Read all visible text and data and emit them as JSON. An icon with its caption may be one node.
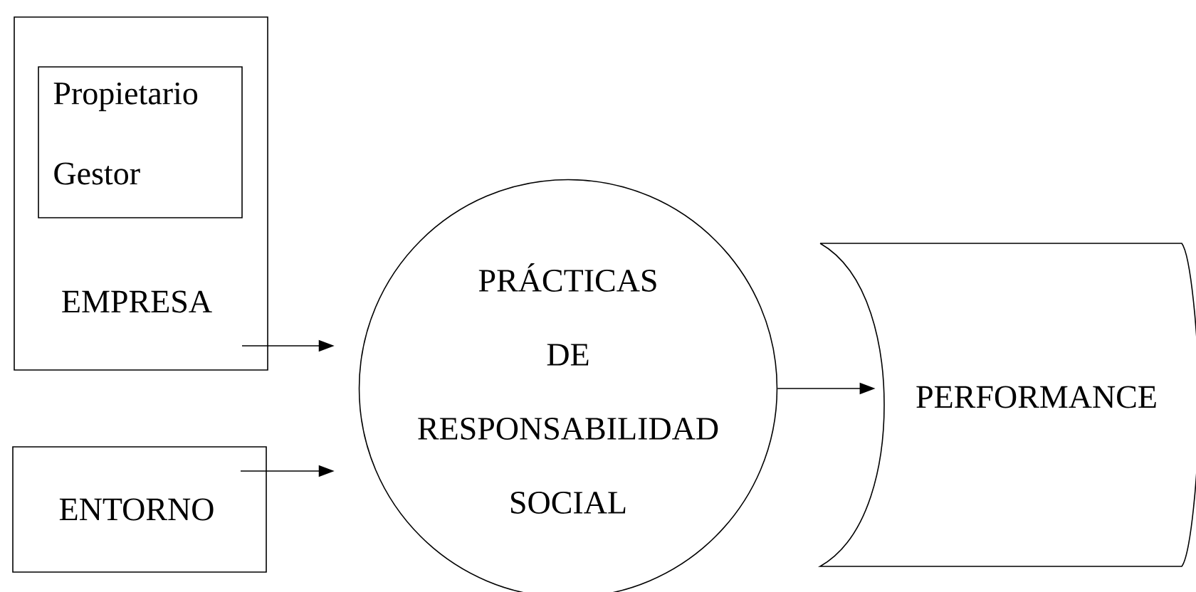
{
  "diagram": {
    "nodes": [
      {
        "text": [
          "EMPRESA"
        ]
      },
      {
        "text": [
          "Propietario",
          "Gestor"
        ],
        "in": 0
      },
      {
        "text": [
          "ENTORNO"
        ]
      },
      {
        "text": [
          "PRÁCTICAS DE RESPONSABILIDAD SOCIAL"
        ]
      },
      {
        "text": [
          "PERFORMANCE"
        ]
      }
    ],
    "edges": [
      {
        "from": 0,
        "to": 3,
        "arrow": "to"
      },
      {
        "from": 2,
        "to": 3,
        "arrow": "to"
      },
      {
        "from": 3,
        "to": 4,
        "arrow": "to"
      }
    ]
  }
}
